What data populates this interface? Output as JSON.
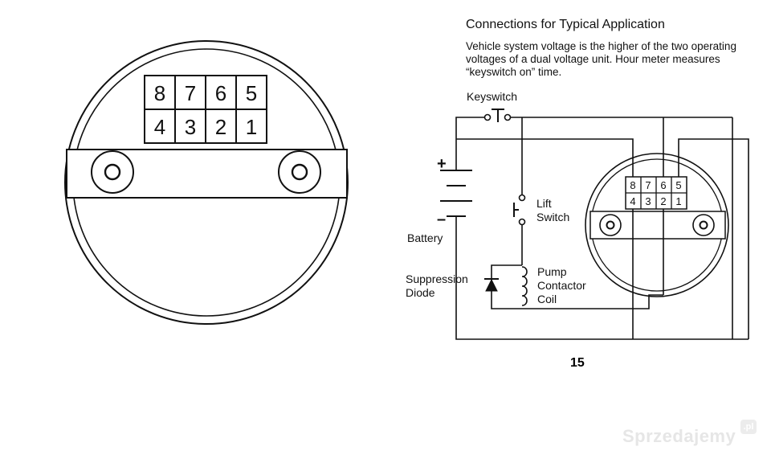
{
  "heading": "Connections for Typical  Application",
  "description": "Vehicle system voltage is the higher of the two operating voltages of a dual voltage unit. Hour meter measures “keyswitch on” time.",
  "large_connector": {
    "top_row": [
      "8",
      "7",
      "6",
      "5"
    ],
    "bottom_row": [
      "4",
      "3",
      "2",
      "1"
    ]
  },
  "small_connector": {
    "top_row": [
      "8",
      "7",
      "6",
      "5"
    ],
    "bottom_row": [
      "4",
      "3",
      "2",
      "1"
    ]
  },
  "labels": {
    "keyswitch": "Keyswitch",
    "battery": "Battery",
    "battery_plus": "+",
    "battery_minus": "–",
    "lift_switch_line1": "Lift",
    "lift_switch_line2": "Switch",
    "pump_line1": "Pump",
    "pump_line2": "Contactor",
    "pump_line3": "Coil",
    "diode_line1": "Suppression",
    "diode_line2": "Diode"
  },
  "page_number": "15",
  "watermark": {
    "text": "Sprzedajemy",
    "badge": ".pl"
  }
}
